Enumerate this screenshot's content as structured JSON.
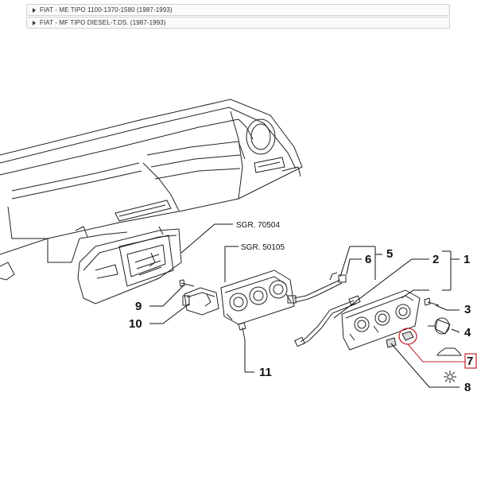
{
  "accordion": [
    {
      "label": "FIAT - ME TIPO 1100-1370-1580 (1987-1993)"
    },
    {
      "label": "FIAT - MF TIPO DIESEL-T.DS. (1987-1993)"
    }
  ],
  "diagram": {
    "group_refs": [
      "SGR. 70504",
      "SGR. 50105"
    ],
    "callouts": [
      "1",
      "2",
      "3",
      "4",
      "5",
      "6",
      "7",
      "8",
      "9",
      "10",
      "11"
    ],
    "highlight_color": "#c0272d",
    "line_color": "#111111"
  }
}
